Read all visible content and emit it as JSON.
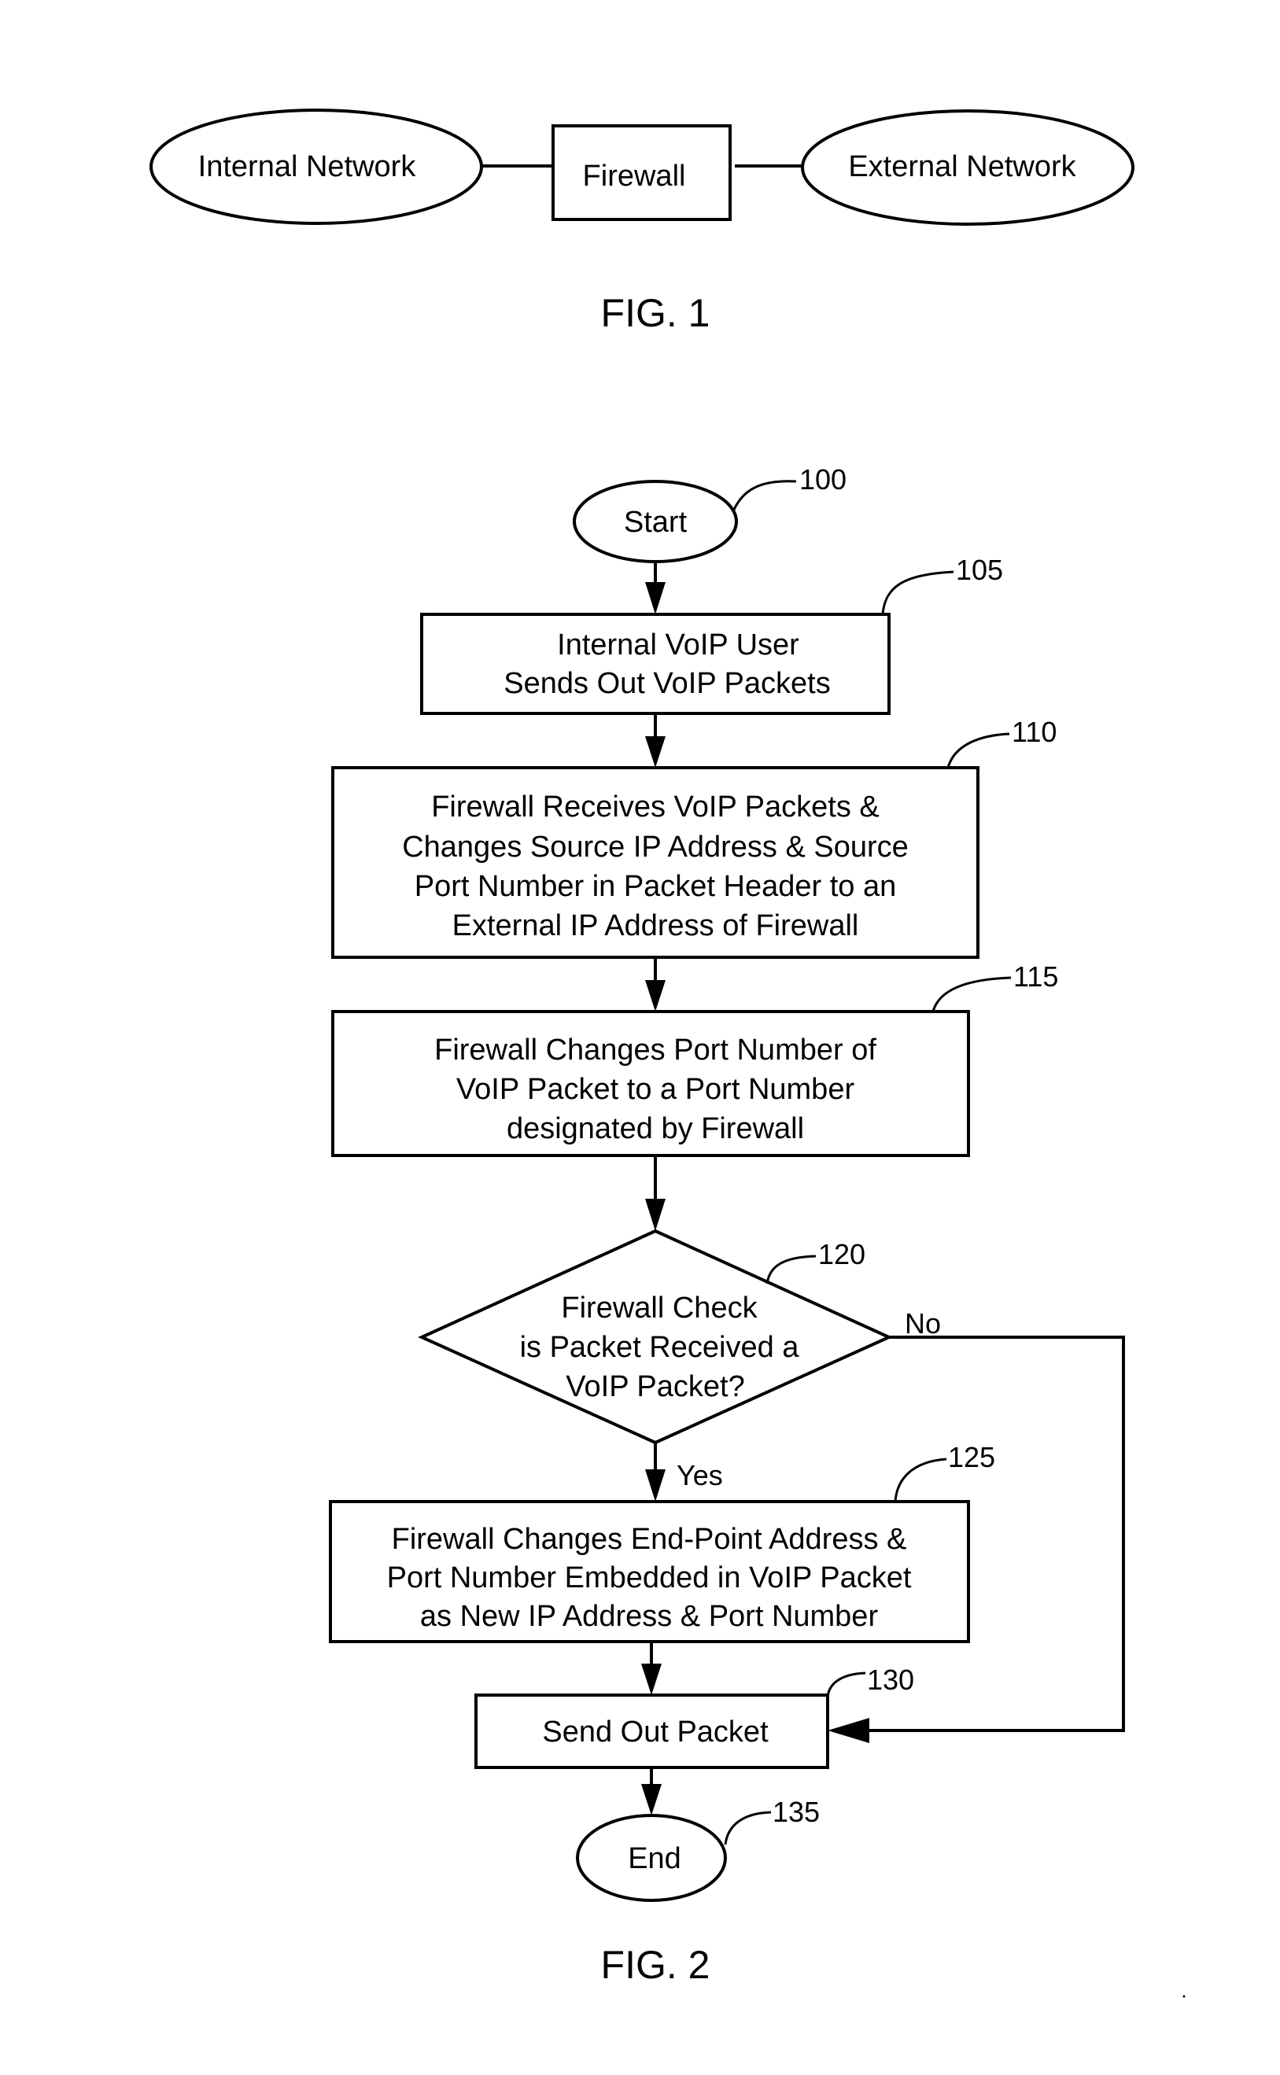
{
  "fig1": {
    "caption": "FIG. 1",
    "nodes": {
      "internal": "Internal Network",
      "firewall": "Firewall",
      "external": "External Network"
    }
  },
  "fig2": {
    "caption": "FIG. 2",
    "start": {
      "label": "Start",
      "ref": "100"
    },
    "step105": {
      "ref": "105",
      "lines": [
        "Internal VoIP User",
        "Sends Out VoIP Packets"
      ]
    },
    "step110": {
      "ref": "110",
      "lines": [
        "Firewall Receives VoIP Packets &",
        "Changes Source IP Address & Source",
        "Port Number in Packet Header to an",
        "External IP Address of Firewall"
      ]
    },
    "step115": {
      "ref": "115",
      "lines": [
        "Firewall Changes Port Number of",
        "VoIP Packet to a Port Number",
        "designated by Firewall"
      ]
    },
    "decision120": {
      "ref": "120",
      "lines": [
        "Firewall Check",
        "is Packet Received a",
        "VoIP Packet?"
      ],
      "yes": "Yes",
      "no": "No"
    },
    "step125": {
      "ref": "125",
      "lines": [
        "Firewall Changes End-Point Address &",
        "Port Number Embedded in VoIP Packet",
        "as New IP Address & Port Number"
      ]
    },
    "step130": {
      "ref": "130",
      "label": "Send Out Packet"
    },
    "end": {
      "label": "End",
      "ref": "135"
    }
  }
}
